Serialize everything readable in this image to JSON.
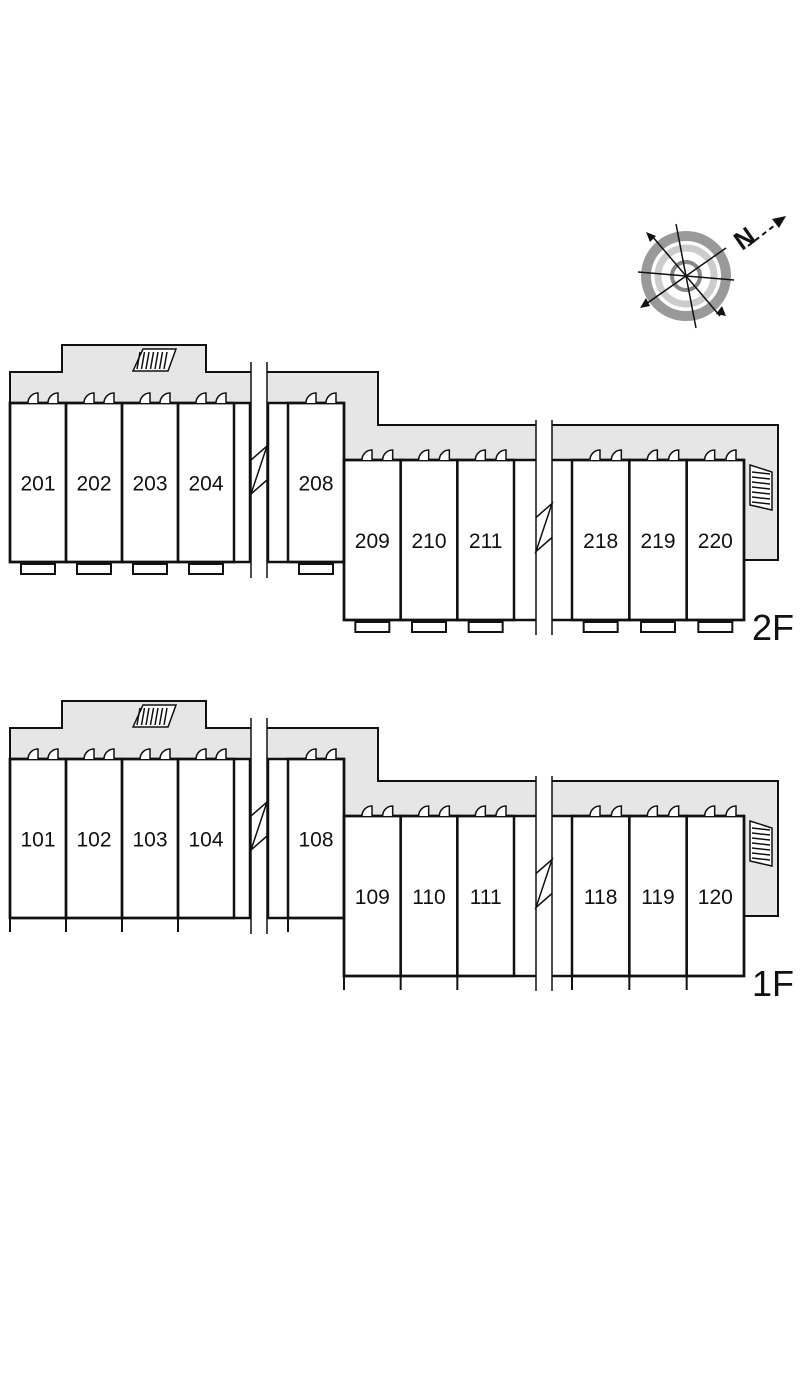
{
  "compass": {
    "north_label": "N",
    "icon": "compass-icon"
  },
  "floors": [
    {
      "id": "2f",
      "label": "2F",
      "left_rooms": [
        "201",
        "202",
        "203",
        "204"
      ],
      "mid_rooms": [
        "208"
      ],
      "right_rooms_a": [
        "209",
        "210",
        "211"
      ],
      "right_rooms_b": [
        "218",
        "219",
        "220"
      ]
    },
    {
      "id": "1f",
      "label": "1F",
      "left_rooms": [
        "101",
        "102",
        "103",
        "104"
      ],
      "mid_rooms": [
        "108"
      ],
      "right_rooms_a": [
        "109",
        "110",
        "111"
      ],
      "right_rooms_b": [
        "118",
        "119",
        "120"
      ]
    }
  ],
  "colors": {
    "corridor": "#e6e6e6",
    "wall": "#111111",
    "compass_ring": "#999999",
    "compass_ring_light": "#cccccc"
  }
}
